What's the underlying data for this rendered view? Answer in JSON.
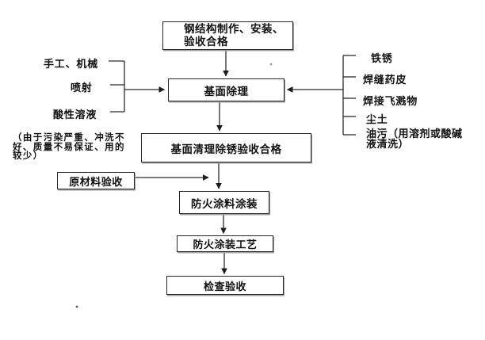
{
  "nodes": {
    "steel_line1": "钢结构制作、安装、",
    "steel_line2": "验收合格",
    "surface_prep": "基面除理",
    "clean_accept": "基面清理除锈验收合格",
    "raw_material": "原材料验收",
    "fire_coating": "防火涂料涂装",
    "coating_process": "防火涂装工艺",
    "inspection": "检查验收"
  },
  "left_methods": [
    "手工、机械",
    "喷射",
    "酸性溶液"
  ],
  "right_contaminants": [
    "铁锈",
    "焊缝药皮",
    "焊接飞溅物",
    "尘土"
  ],
  "oil_line1": "油污（用溶剂或酸碱",
  "oil_line2": "液清洗）",
  "note_line1": "（由于污染严重、冲洗不",
  "note_line2": "好、质量不易保证、用的",
  "note_line3": "较少）",
  "colors": {
    "line": "#2b2b2b",
    "text": "#111111",
    "background": "#ffffff"
  }
}
